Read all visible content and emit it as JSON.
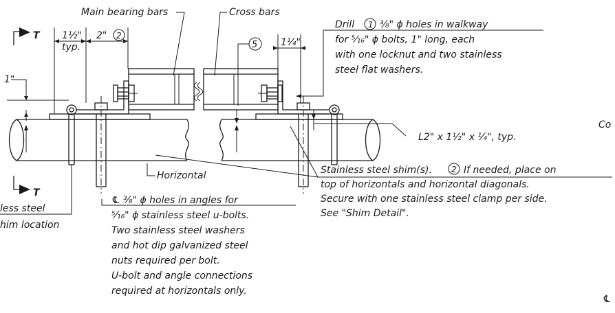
{
  "labels": {
    "main_bearing_bars": "Main bearing bars",
    "cross_bars": "Cross bars",
    "dim_1_half": "1½\"",
    "typ": "typ.",
    "dim_2": "2\"",
    "callout_2": "2",
    "callout_5": "5",
    "dim_1_quarter": "1¼\"",
    "dim_1": "1\"",
    "section_mark": "T",
    "horizontal": "Horizontal",
    "angle_size": "L2\" x 1½\" x ¼\", typ.",
    "cut_off_right_1": "Co",
    "cut_off_right_2": "℄",
    "callout_1": "1"
  },
  "notes": {
    "drill_line1_pre": "Drill",
    "drill_line1_post": "⅜\" ϕ holes in walkway",
    "drill_line2": "for ⁵⁄₁₆\" ϕ bolts, 1\" long, each",
    "drill_line3": "with one locknut and two stainless",
    "drill_line4": "steel flat washers.",
    "shim_line1_pre": "Stainless steel shim(s).",
    "shim_line1_post": "If needed, place on",
    "shim_line2": "top of horizontals and horizontal diagonals.",
    "shim_line3": "Secure with one stainless steel clamp per side.",
    "shim_line4": "See \"Shim Detail\".",
    "holes_line1": "℄ ⅜\" ϕ holes in angles for",
    "holes_line2": "⁵⁄₁₆\" ϕ stainless steel u-bolts.",
    "holes_line3": "Two stainless steel washers",
    "holes_line4": "and hot dip galvanized steel",
    "holes_line5": "nuts required  per bolt.",
    "holes_line6": "U-bolt and angle connections",
    "holes_line7": "required at horizontals only.",
    "clamp_line1": "less steel",
    "clamp_line2": "him location"
  }
}
